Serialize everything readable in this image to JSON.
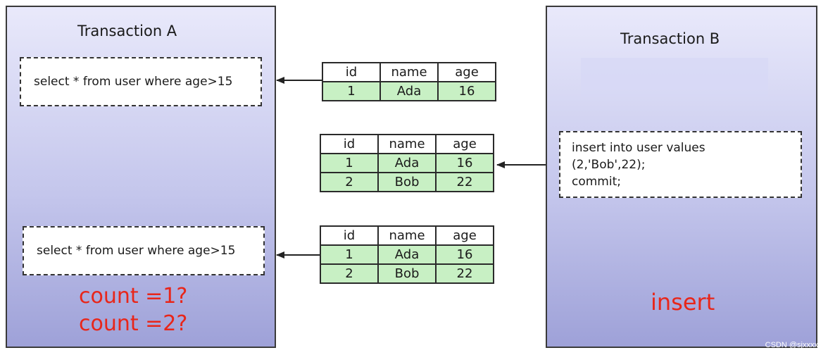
{
  "transaction_a": {
    "title": "Transaction A",
    "query_1": "select * from user where age>15",
    "query_2": "select * from user where age>15",
    "count_1": "count =1?",
    "count_2": "count =2?"
  },
  "transaction_b": {
    "title": "Transaction B",
    "insert_lines": [
      "insert into user values",
      "(2,'Bob',22);",
      "commit;"
    ],
    "insert_label": "insert"
  },
  "tables": [
    {
      "headers": [
        "id",
        "name",
        "age"
      ],
      "rows": [
        [
          "1",
          "Ada",
          "16"
        ]
      ]
    },
    {
      "headers": [
        "id",
        "name",
        "age"
      ],
      "rows": [
        [
          "1",
          "Ada",
          "16"
        ],
        [
          "2",
          "Bob",
          "22"
        ]
      ]
    },
    {
      "headers": [
        "id",
        "name",
        "age"
      ],
      "rows": [
        [
          "1",
          "Ada",
          "16"
        ],
        [
          "2",
          "Bob",
          "22"
        ]
      ]
    }
  ],
  "colors": {
    "row_fill": "#c8f0c4",
    "annotation_red": "#e8261a"
  },
  "watermark": "CSDN @sjxxxx"
}
